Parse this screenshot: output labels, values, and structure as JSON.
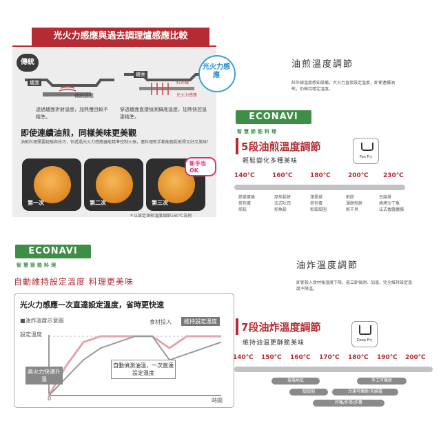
{
  "top": {
    "banner": "光火力感應與過去調理爐感應比較",
    "traditional_tag": "傳統",
    "new_tag": "光火力感應",
    "pan_bottom_left": "爐面",
    "glass_label": "傳統感應",
    "pan_bottom_right": "爐面",
    "ir_label": "紅外線",
    "light_label": "光火力感應",
    "caption_left": "透過爐面折射溫度，加熱慢且較不精準。",
    "caption_right": "穿透爐面直接偵測鍋底溫度，加熱快控溫更精準。",
    "headline": "即使連續油煎，同樣美味更美觀",
    "desc": "油煎料理需要經驗與技巧，但透過光火力感應器能精準控制火候，連料理新手都能輕鬆煎得又好又美味！",
    "okay_badge": "新手也OK",
    "pans": [
      "第一次",
      "第二次",
      "第三次"
    ],
    "footnote": "＊以設定油煎溫度調節160℃為例"
  },
  "fry_section": {
    "title": "油煎溫度調節",
    "desc": "紅外線溫度感知設備，大火力直接設定溫度，即使連續油煎，仍維持穩定溫度。",
    "econavi": "ECONAVI",
    "econavi_sub": "智慧節能料理",
    "heading_num": "5",
    "heading": "段油煎溫度調節",
    "subheading": "輕鬆變化多種美味",
    "icon_label": "Pan Fry",
    "temps": [
      "140℃",
      "160℃",
      "180℃",
      "200℃",
      "230℃"
    ],
    "foods": [
      [
        "蔬菜蛋捲",
        "荷包蛋",
        "煎餃"
      ],
      [
        "厚煎鬆餅",
        "法式吐司",
        "煎魚鬆"
      ],
      [
        "漢堡排",
        "荷包蛋",
        "煎甜甜圈"
      ],
      [
        "煎餃",
        "薄餅煎餅",
        "煎干貝"
      ],
      [
        "豆腐排",
        "燒烤沙丁魚",
        "法式香醬臘腸"
      ]
    ]
  },
  "auto_section": {
    "econavi": "ECONAVI",
    "econavi_sub": "智慧節能料理",
    "headline": "自動維持設定溫度 料理更美味"
  },
  "chart": {
    "title": "光火力感應一次直達設定溫度，省時更快速",
    "legend": "油炸溫度示意圖",
    "ylabel": "設定溫度",
    "xlabel": "時間",
    "origin": "0",
    "food_in": "食材投入",
    "hold": "維持設定溫度",
    "fast_box": "高火力快速升溫",
    "auto_box": "自動偵測油溫，一次直達設定溫度"
  },
  "chart_data": {
    "type": "line",
    "title": "光火力感應一次直達設定溫度，省時更快速",
    "xlabel": "時間",
    "ylabel": "設定溫度",
    "series": [
      {
        "x": [
          0,
          1,
          2,
          3,
          4,
          5,
          6,
          7,
          8,
          9,
          10
        ],
        "values": [
          0,
          5,
          9,
          10,
          10,
          10,
          10,
          8,
          10,
          10,
          10
        ]
      },
      {
        "x": [
          0,
          1,
          2,
          3,
          4,
          5,
          6,
          7,
          8,
          9,
          10
        ],
        "values": [
          0,
          3,
          6,
          8,
          9,
          10,
          10,
          6,
          7,
          8,
          9
        ]
      }
    ]
  },
  "deep_section": {
    "title": "油炸溫度調節",
    "desc": "即使投入食材後溫度下降，能立即偵測、加溫，完全維持設定溫度不降溫。",
    "heading_num": "7",
    "heading": "段油炸溫度調節",
    "subheading": "維持油溫更酥脆美味",
    "icon_label": "Deep Fry",
    "temps": [
      "140℃",
      "150℃",
      "160℃",
      "170℃",
      "180℃",
      "190℃",
      "200℃"
    ],
    "pills": [
      "玻璃地瓜",
      "手工可樂餅",
      "甜甜圈",
      "冷凍可樂餅/天婦羅",
      "炸雞/炸串/炸薯"
    ]
  },
  "colors": {
    "accent": "#b62b33",
    "eco_green": "#3e8e47",
    "curve_pink": "#e6a3a8",
    "curve_gray": "#9a9a9a"
  }
}
